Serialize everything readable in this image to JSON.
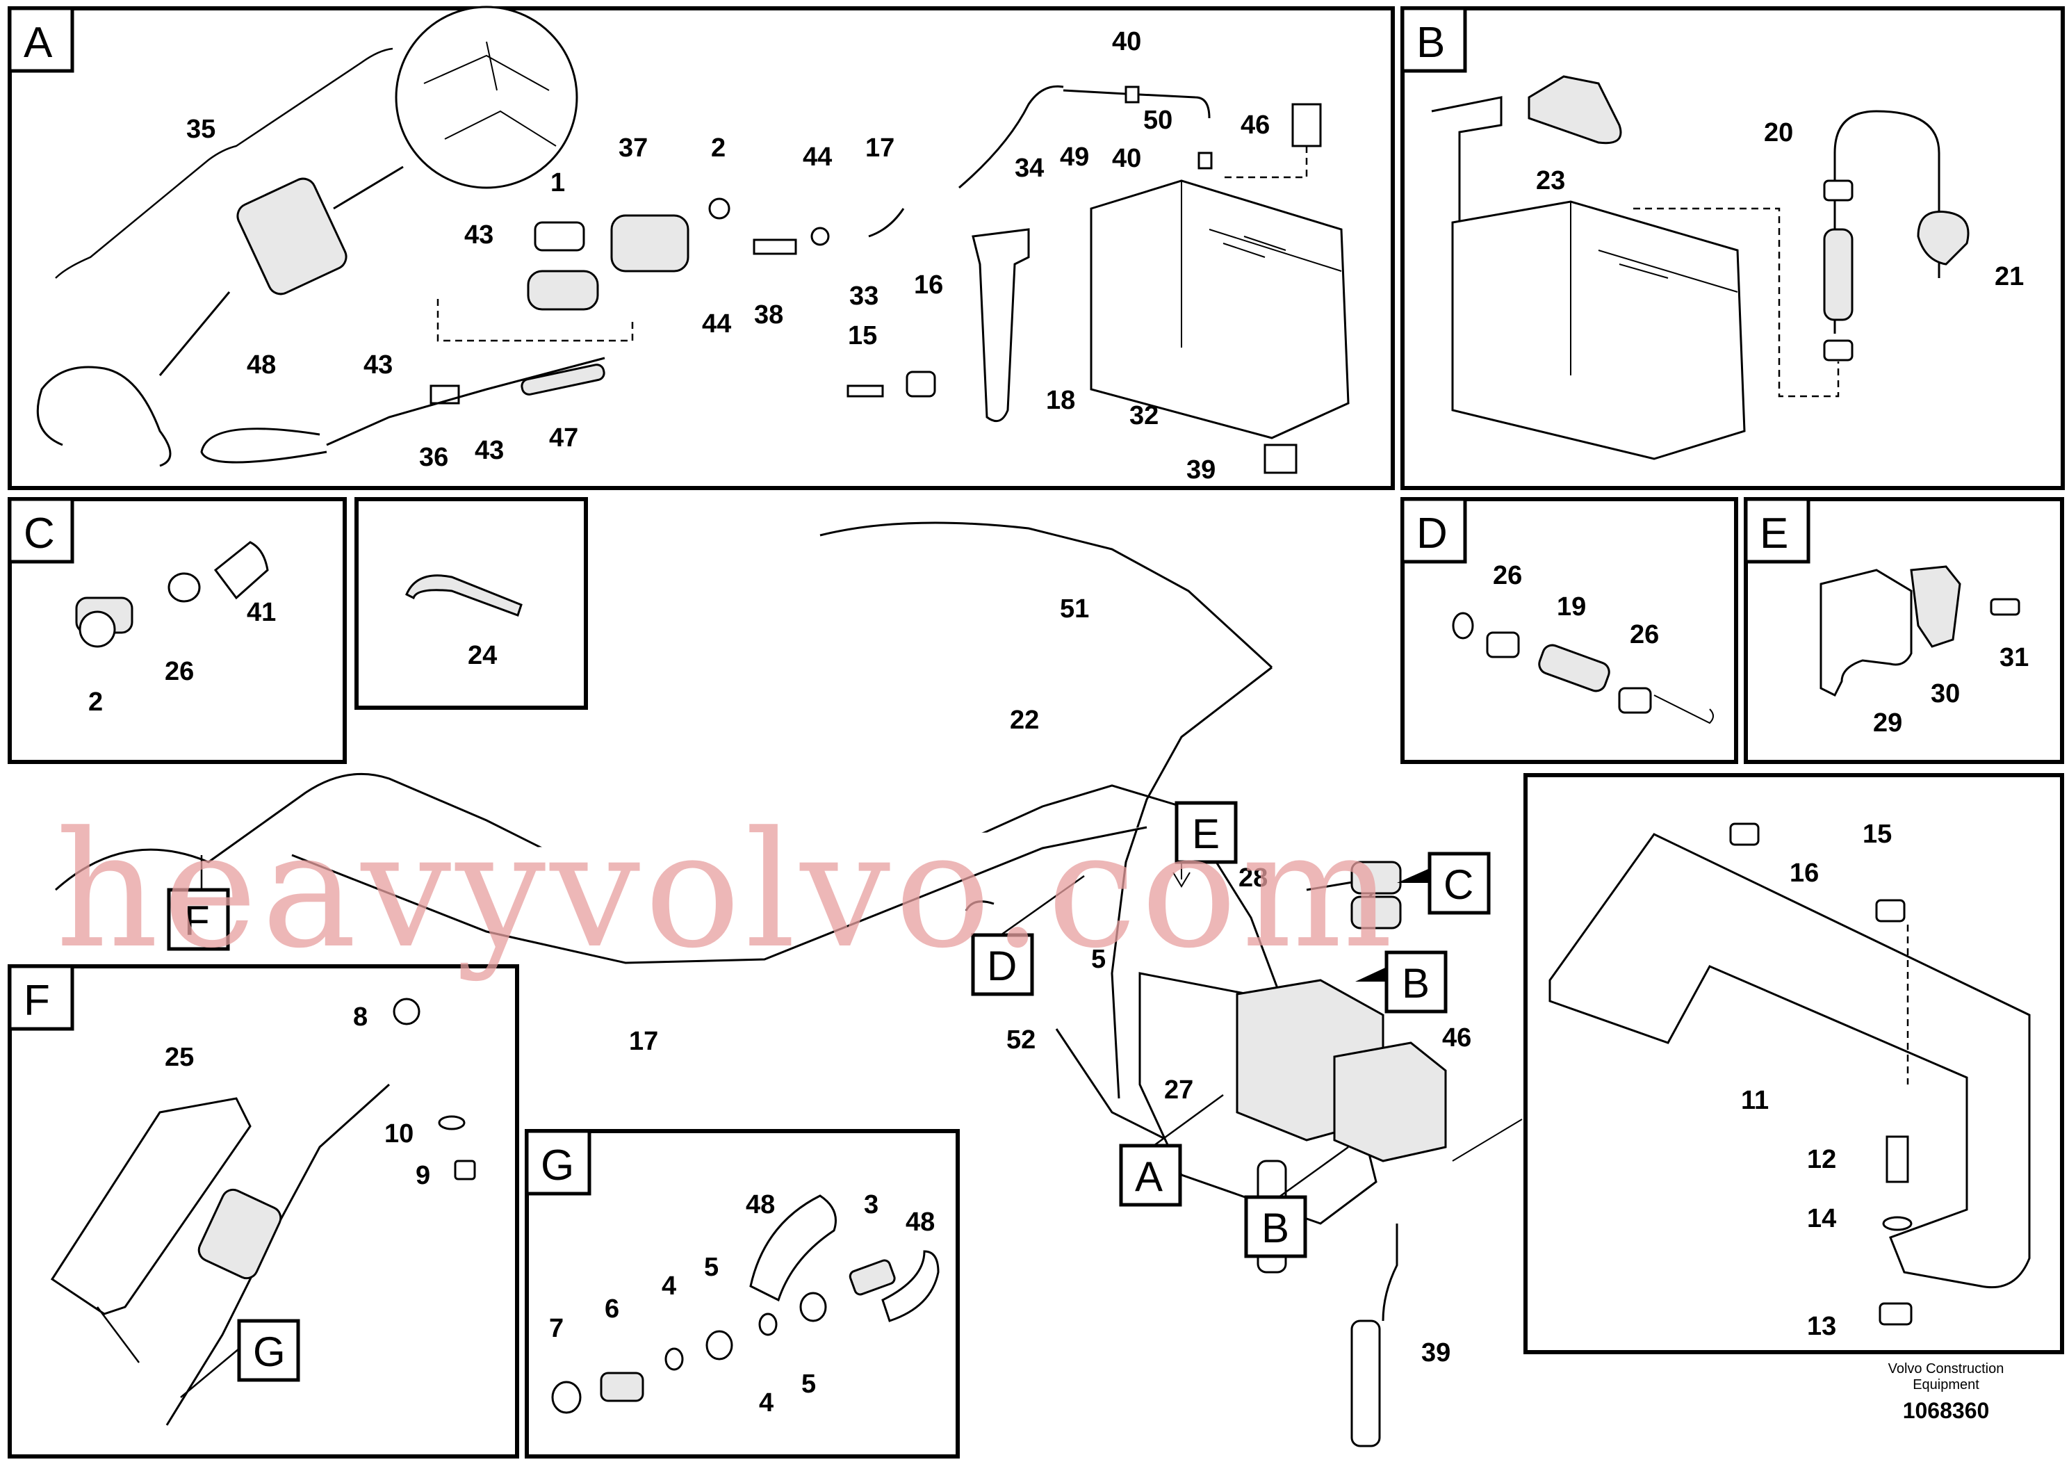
{
  "panels": {
    "A": "A",
    "B": "B",
    "C": "C",
    "D": "D",
    "E": "E",
    "F": "F",
    "G": "G"
  },
  "callouts": {
    "A": [
      "35",
      "37",
      "1",
      "2",
      "44",
      "17",
      "40",
      "50",
      "46",
      "34",
      "49",
      "40",
      "43",
      "44",
      "38",
      "33",
      "16",
      "15",
      "18",
      "32",
      "39",
      "48",
      "43",
      "36",
      "43",
      "47"
    ],
    "B": [
      "20",
      "23",
      "21"
    ],
    "C": [
      "41",
      "26",
      "2"
    ],
    "box24": [
      "24"
    ],
    "D": [
      "26",
      "19",
      "26"
    ],
    "E": [
      "31",
      "30",
      "29"
    ],
    "main": [
      "51",
      "22",
      "17",
      "28",
      "5",
      "52",
      "27",
      "46",
      "39"
    ],
    "detail": [
      "16",
      "15",
      "11",
      "12",
      "14",
      "13"
    ],
    "F": [
      "8",
      "25",
      "10",
      "9"
    ],
    "G": [
      "48",
      "3",
      "48",
      "7",
      "6",
      "4",
      "5",
      "4",
      "5"
    ]
  },
  "tags": {
    "F": "F",
    "E": "E",
    "C": "C",
    "D": "D",
    "B_right": "B",
    "A": "A",
    "B": "B",
    "G": "G"
  },
  "footer": {
    "company_line1": "Volvo Construction",
    "company_line2": "Equipment",
    "drawing_number": "1068360"
  },
  "watermark": "heavyvolvo.com"
}
